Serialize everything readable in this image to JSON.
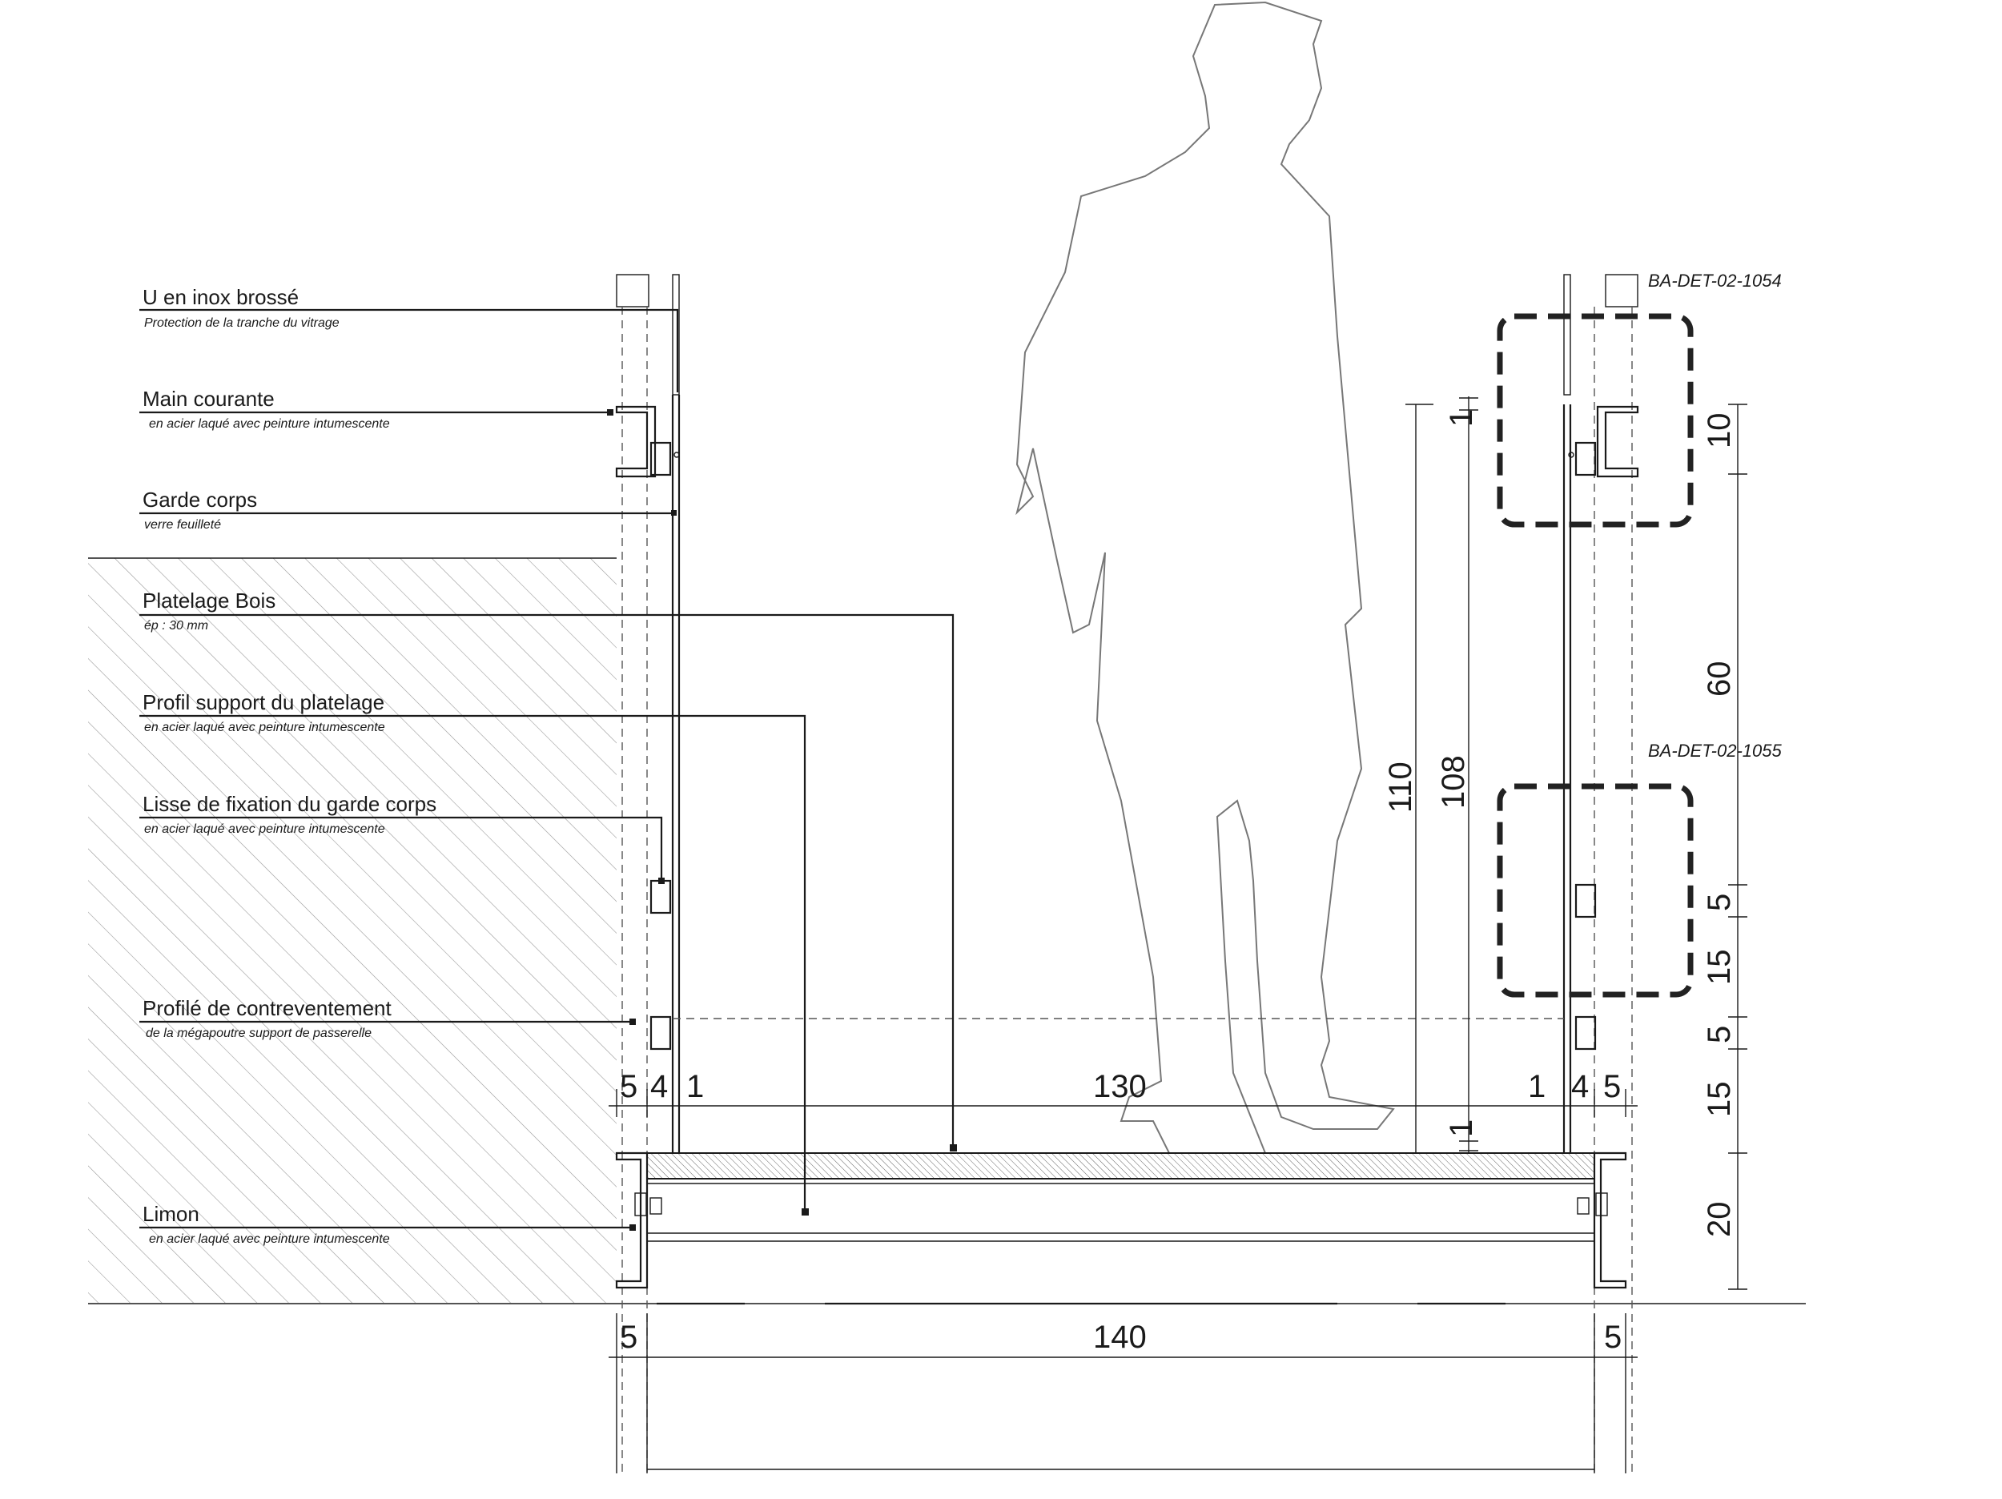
{
  "labels": [
    {
      "title": "U en inox brossé",
      "subtitle": "Protection de la tranche du vitrage"
    },
    {
      "title": "Main courante",
      "subtitle": "en acier laqué avec peinture intumescente"
    },
    {
      "title": "Garde corps",
      "subtitle": "verre feuilleté"
    },
    {
      "title": "Platelage Bois",
      "subtitle": "ép : 30 mm"
    },
    {
      "title": "Profil  support du platelage",
      "subtitle": "en acier laqué avec peinture intumescente"
    },
    {
      "title": "Lisse de fixation du garde corps",
      "subtitle": "en acier laqué avec peinture intumescente"
    },
    {
      "title": "Profilé de contreventement",
      "subtitle": "de la mégapoutre support de passerelle"
    },
    {
      "title": "Limon",
      "subtitle": "en acier laqué avec peinture intumescente"
    }
  ],
  "details": {
    "top": "BA-DET-02-1054",
    "bottom": "BA-DET-02-1055"
  },
  "dimensions": {
    "top_row": [
      "5",
      "4",
      "1",
      "130",
      "1",
      "4",
      "5"
    ],
    "bottom_row": [
      "5",
      "140",
      "5"
    ],
    "vertical_left": [
      "110",
      "108"
    ],
    "vertical_small": [
      "1",
      "1"
    ],
    "vertical_right": [
      "10",
      "60",
      "5",
      "15",
      "5",
      "15",
      "20"
    ]
  },
  "colors": {
    "line": "#1a1a1a",
    "hatch": "#9a9a9a",
    "silhouette": "#777777"
  }
}
